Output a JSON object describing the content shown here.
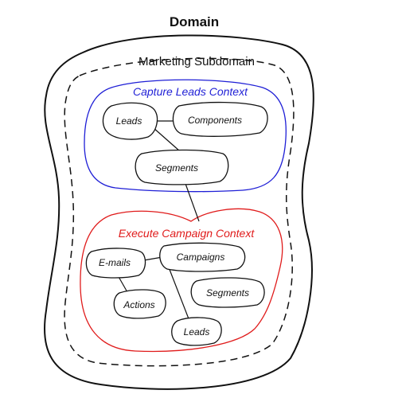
{
  "domain": {
    "label": "Domain"
  },
  "subdomain": {
    "label": "Marketing Subdomain"
  },
  "capture_context": {
    "label": "Capture Leads Context",
    "color": "#1f1fd6",
    "nodes": {
      "leads": "Leads",
      "components": "Components",
      "segments": "Segments"
    }
  },
  "campaign_context": {
    "label": "Execute Campaign Context",
    "color": "#e01b1b",
    "nodes": {
      "emails": "E-mails",
      "campaigns": "Campaigns",
      "actions": "Actions",
      "segments": "Segments",
      "leads": "Leads"
    }
  }
}
